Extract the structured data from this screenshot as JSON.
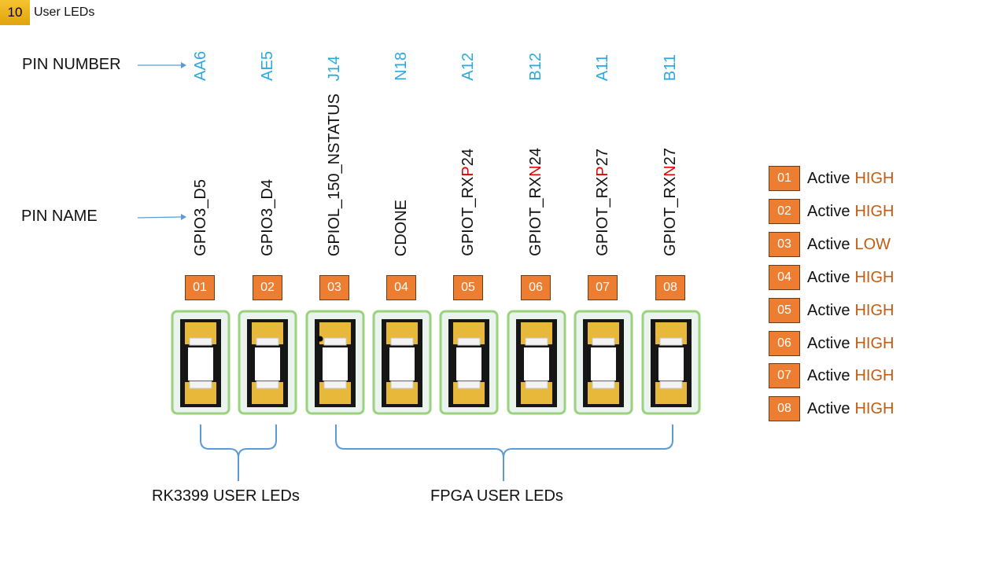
{
  "header": {
    "slide_number": "10",
    "title": "User LEDs"
  },
  "labels": {
    "pin_number": "PIN NUMBER",
    "pin_name": "PIN NAME"
  },
  "colors": {
    "pin_number_text": "#2aa9e0",
    "highlight_letter": "#e00000",
    "badge_fill": "#ed7d31",
    "level_text": "#c55a11",
    "bracket_line": "#5b9bd5",
    "led_border": "#9bd27e",
    "pad_gold": "#e8b83a"
  },
  "leds": [
    {
      "index": "01",
      "pin_number": "AA6",
      "pin_name_pre": "GPIO3_D5",
      "pin_name_hl": "",
      "pin_name_post": ""
    },
    {
      "index": "02",
      "pin_number": "AE5",
      "pin_name_pre": "GPIO3_D4",
      "pin_name_hl": "",
      "pin_name_post": ""
    },
    {
      "index": "03",
      "pin_number": "J14",
      "pin_name_pre": "GPIOL_150_NSTATUS",
      "pin_name_hl": "",
      "pin_name_post": ""
    },
    {
      "index": "04",
      "pin_number": "N18",
      "pin_name_pre": "CDONE",
      "pin_name_hl": "",
      "pin_name_post": ""
    },
    {
      "index": "05",
      "pin_number": "A12",
      "pin_name_pre": "GPIOT_RX",
      "pin_name_hl": "P",
      "pin_name_post": "24"
    },
    {
      "index": "06",
      "pin_number": "B12",
      "pin_name_pre": "GPIOT_RX",
      "pin_name_hl": "N",
      "pin_name_post": "24"
    },
    {
      "index": "07",
      "pin_number": "A11",
      "pin_name_pre": "GPIOT_RX",
      "pin_name_hl": "P",
      "pin_name_post": "27"
    },
    {
      "index": "08",
      "pin_number": "B11",
      "pin_name_pre": "GPIOT_RX",
      "pin_name_hl": "N",
      "pin_name_post": "27"
    }
  ],
  "groups": {
    "rk3399": "RK3399 USER LEDs",
    "fpga": "FPGA USER LEDs"
  },
  "legend": [
    {
      "index": "01",
      "prefix": "Active",
      "level": "HIGH"
    },
    {
      "index": "02",
      "prefix": "Active",
      "level": "HIGH"
    },
    {
      "index": "03",
      "prefix": "Active",
      "level": "LOW"
    },
    {
      "index": "04",
      "prefix": "Active",
      "level": "HIGH"
    },
    {
      "index": "05",
      "prefix": "Active",
      "level": "HIGH"
    },
    {
      "index": "06",
      "prefix": "Active",
      "level": "HIGH"
    },
    {
      "index": "07",
      "prefix": "Active",
      "level": "HIGH"
    },
    {
      "index": "08",
      "prefix": "Active",
      "level": "HIGH"
    }
  ]
}
